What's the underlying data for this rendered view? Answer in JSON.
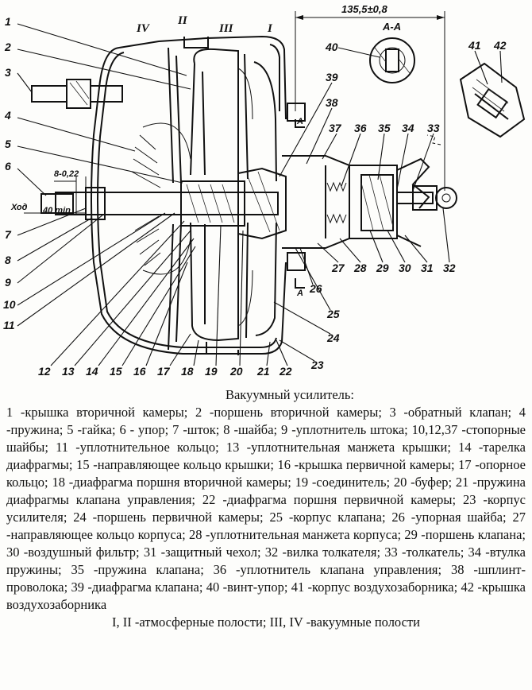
{
  "figure": {
    "callouts": [
      "1",
      "2",
      "3",
      "4",
      "5",
      "6",
      "7",
      "8",
      "9",
      "10",
      "11",
      "12",
      "13",
      "14",
      "15",
      "16",
      "17",
      "18",
      "19",
      "20",
      "21",
      "22",
      "23",
      "24",
      "25",
      "26",
      "27",
      "28",
      "29",
      "30",
      "31",
      "32",
      "33",
      "34",
      "35",
      "36",
      "37",
      "38",
      "39",
      "40",
      "41",
      "42"
    ],
    "roman": [
      "IV",
      "II",
      "III",
      "I"
    ],
    "dimension": "135,5±0,8",
    "section_label": "A-A",
    "section_mark": "A",
    "stroke_label": "Ход",
    "stroke_value": "40 min",
    "gap_label": "8-0,22"
  },
  "caption": {
    "title": "Вакуумный усилитель:",
    "body": "1 -крышка вторичной камеры; 2 -поршень вторичной камеры; 3 -обратный клапан; 4 -пружина; 5 -гайка; 6 - упор; 7 -шток; 8 -шайба; 9 -уплотнитель штока; 10,12,37 -стопорные шайбы; 11 -уплотнительное кольцо; 13 -уплотнительная манжета крышки; 14 -тарелка диафрагмы; 15 -направляющее кольцо крышки; 16 -крышка первичной камеры; 17 -опорное кольцо; 18 -диафрагма поршня вторичной камеры; 19 -соединитель; 20 -буфер; 21 -пружина диафрагмы клапана управления; 22 -диафрагма поршня первичной камеры; 23 -корпус усилителя; 24 -поршень первичной камеры; 25 -корпус клапана; 26 -упорная шайба; 27 -направляющее кольцо корпуса; 28 -уплотнительная манжета корпуса; 29 -поршень клапана; 30 -воздушный фильтр; 31 -защитный чехол; 32 -вилка толкателя; 33 -толкатель; 34 -втулка пружины; 35 -пружина клапана; 36 -уплотнитель клапана управления; 38 -шплинт-проволока; 39 -диафрагма клапана; 40 -винт-упор; 41 -корпус воздухозаборника; 42 -крышка воздухозаборника",
    "footer": "I, II -атмосферные полости; III, IV -вакуумные полости"
  }
}
